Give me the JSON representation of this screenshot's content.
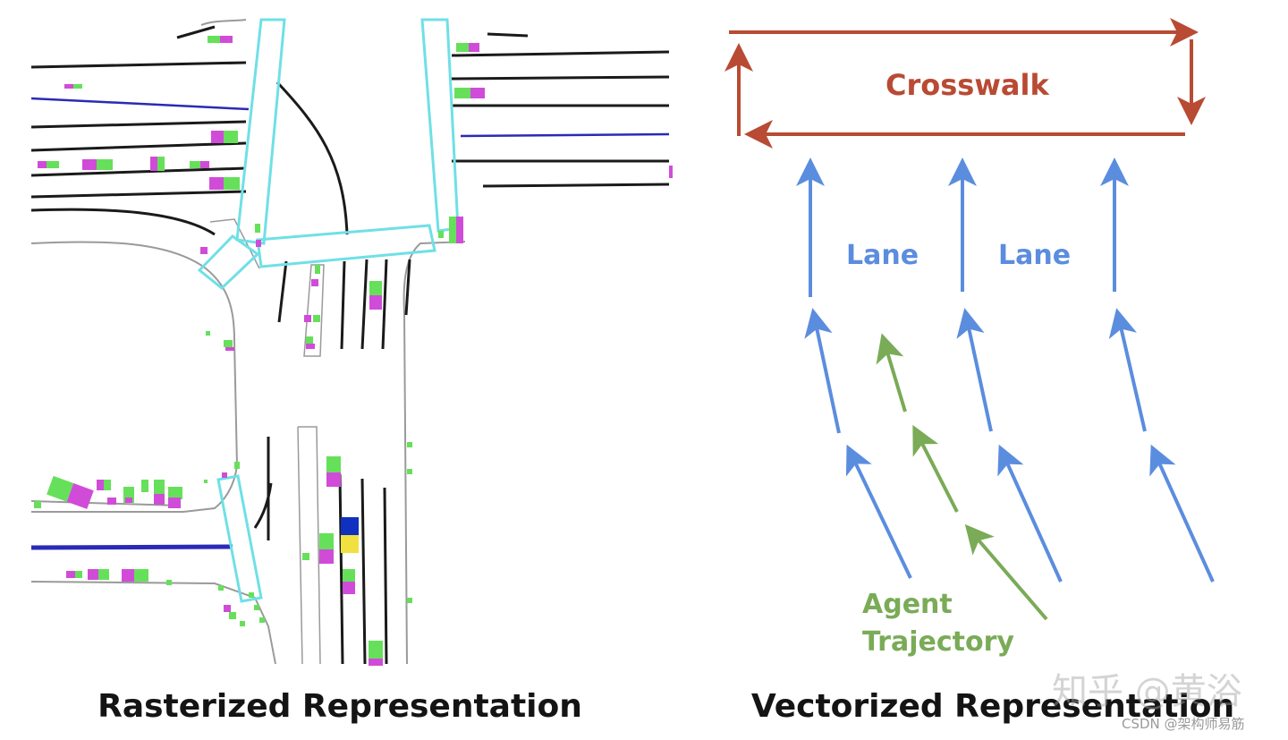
{
  "captions": {
    "left": "Rasterized Representation",
    "right": "Vectorized Representation"
  },
  "vector_labels": {
    "crosswalk": "Crosswalk",
    "lane_1": "Lane",
    "lane_2": "Lane",
    "agent_line1": "Agent",
    "agent_line2": "Trajectory"
  },
  "colors": {
    "crosswalk": "#b94a33",
    "lane": "#5b8ddf",
    "agent": "#7aab57",
    "raster_crosswalk": "#6fe0e6",
    "raster_lane": "#1a1a1a",
    "raster_lane_blue": "#2a2ab8",
    "raster_road_edge": "#9a9a9a",
    "agent_green": "#66e05a",
    "agent_magenta": "#d04cd8",
    "ego_blue": "#1030c0",
    "ego_yellow": "#f0e040"
  },
  "watermark": {
    "main": "知乎 @黄浴",
    "sub": "CSDN @架构师易筋"
  }
}
